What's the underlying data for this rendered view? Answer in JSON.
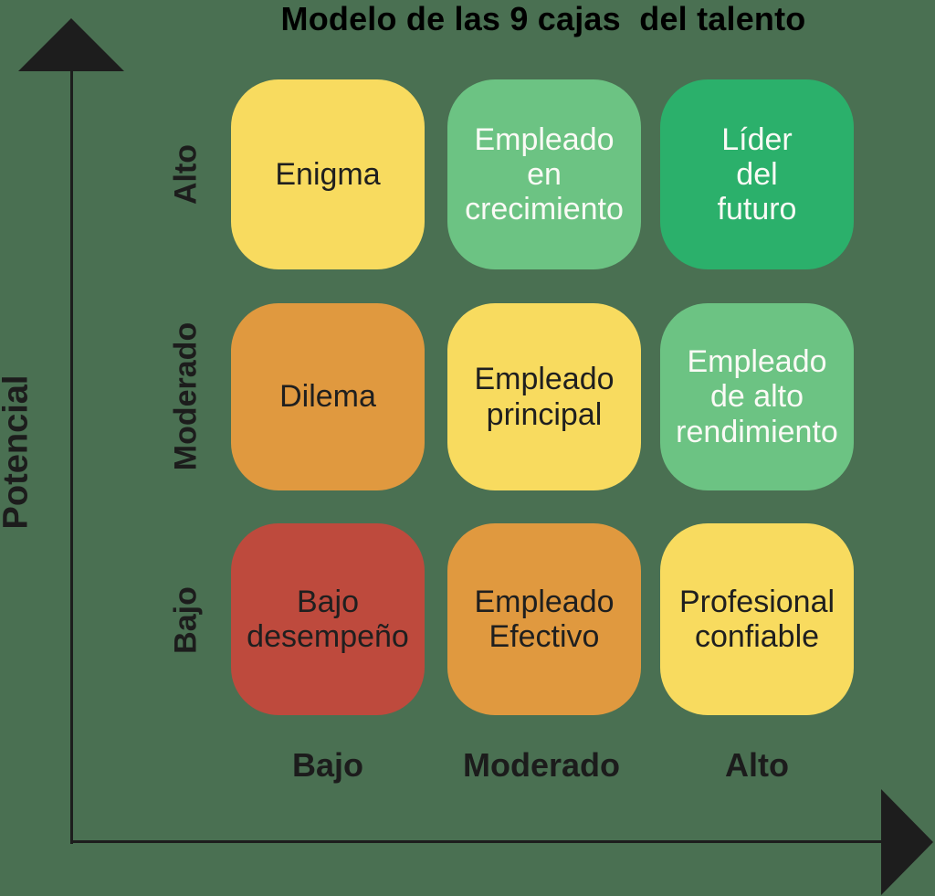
{
  "title": "Modelo de las 9 cajas  del talento",
  "colors": {
    "background": "#4A7052",
    "axis": "#1d1d1d",
    "yellow": "#F8DB5F",
    "light_green": "#6CC383",
    "green": "#2BB06B",
    "orange": "#E0993F",
    "red": "#BE4A3D",
    "dark_text": "#1f1f1f",
    "light_text": "#FAFAF5"
  },
  "y_axis": {
    "label": "Potencial",
    "ticks": [
      "Alto",
      "Moderado",
      "Bajo"
    ]
  },
  "x_axis": {
    "ticks": [
      "Bajo",
      "Moderado",
      "Alto"
    ]
  },
  "grid": {
    "rows": 3,
    "cols": 3,
    "cells": [
      {
        "row": "Alto",
        "col": "Bajo",
        "label": "Enigma",
        "bg": "#F8DB5F",
        "fg": "#1f1f1f"
      },
      {
        "row": "Alto",
        "col": "Moderado",
        "label": "Empleado\nen\ncrecimiento",
        "bg": "#6CC383",
        "fg": "#FAFAF5"
      },
      {
        "row": "Alto",
        "col": "Alto",
        "label": "Líder\ndel\nfuturo",
        "bg": "#2BB06B",
        "fg": "#FAFAF5"
      },
      {
        "row": "Moderado",
        "col": "Bajo",
        "label": "Dilema",
        "bg": "#E0993F",
        "fg": "#1f1f1f"
      },
      {
        "row": "Moderado",
        "col": "Moderado",
        "label": "Empleado\nprincipal",
        "bg": "#F8DB5F",
        "fg": "#1f1f1f"
      },
      {
        "row": "Moderado",
        "col": "Alto",
        "label": "Empleado\nde alto\nrendimiento",
        "bg": "#6CC383",
        "fg": "#FAFAF5"
      },
      {
        "row": "Bajo",
        "col": "Bajo",
        "label": "Bajo\ndesempeño",
        "bg": "#BE4A3D",
        "fg": "#1f1f1f"
      },
      {
        "row": "Bajo",
        "col": "Moderado",
        "label": "Empleado\nEfectivo",
        "bg": "#E0993F",
        "fg": "#1f1f1f"
      },
      {
        "row": "Bajo",
        "col": "Alto",
        "label": "Profesional\nconfiable",
        "bg": "#F8DB5F",
        "fg": "#1f1f1f"
      }
    ]
  }
}
